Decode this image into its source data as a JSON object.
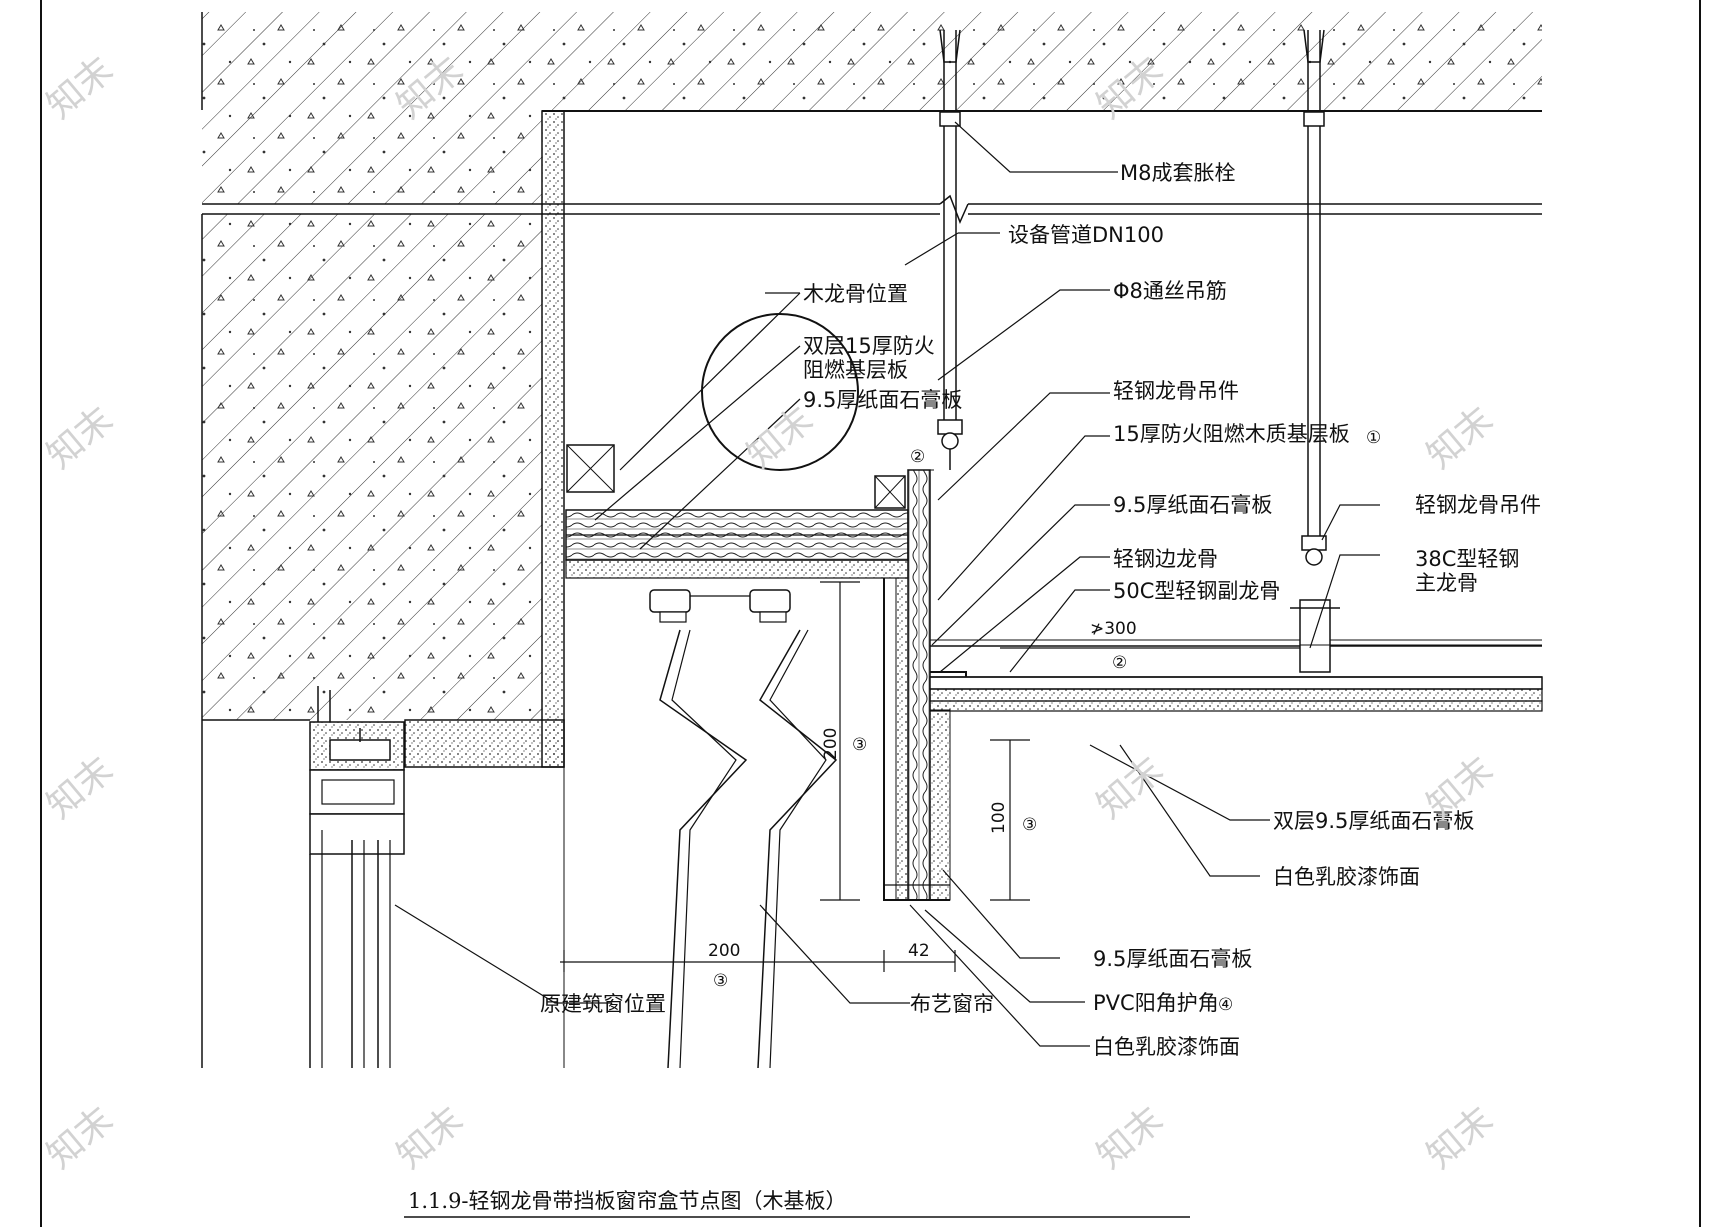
{
  "drawing": {
    "title": "1.1.9-轻钢龙骨带挡板窗帘盒节点图（木基板）"
  },
  "labels": {
    "m8_bolt": "M8成套胀栓",
    "pipe": "设备管道DN100",
    "wood_keel": "木龙骨位置",
    "rod": "Φ8通丝吊筋",
    "double_board_1": "双层15厚防火",
    "double_board_2": "阻燃基层板",
    "gypsum_top": "9.5厚纸面石膏板",
    "hanger_1": "轻钢龙骨吊件",
    "wood_base": "15厚防火阻燃木质基层板",
    "gypsum_mid": "9.5厚纸面石膏板",
    "hanger_2": "轻钢龙骨吊件",
    "edge_keel": "轻钢边龙骨",
    "sub_keel": "50C型轻钢副龙骨",
    "main_keel_1": "38C型轻钢",
    "main_keel_2": "主龙骨",
    "double_gypsum": "双层9.5厚纸面石膏板",
    "latex_paint_1": "白色乳胶漆饰面",
    "gypsum_bottom": "9.5厚纸面石膏板",
    "pvc_corner": "PVC阳角护角",
    "latex_paint_2": "白色乳胶漆饰面",
    "window": "原建筑窗位置",
    "curtain": "布艺窗帘"
  },
  "markers": {
    "m1": "①",
    "m2": "②",
    "m3": "③",
    "m4": "④"
  },
  "dimensions": {
    "spacing": "≯300",
    "d200_v": "200",
    "d100_v": "100",
    "d200_h": "200",
    "d42_h": "42"
  },
  "colors": {
    "line": "#111111",
    "background": "#ffffff",
    "watermark": "#c8c8c8"
  },
  "watermark": "知末"
}
